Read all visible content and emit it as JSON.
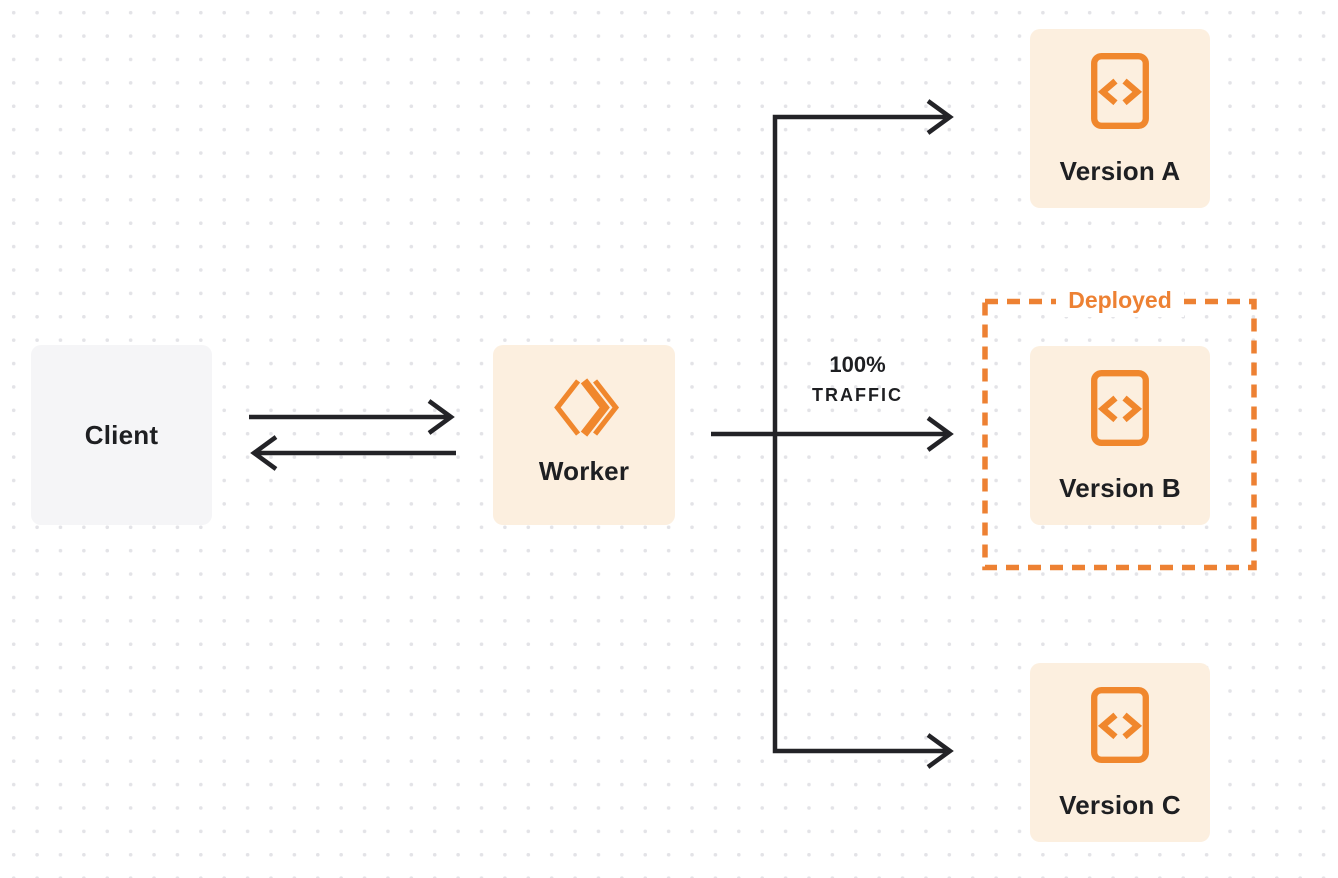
{
  "diagram": {
    "nodes": {
      "client": {
        "label": "Client"
      },
      "worker": {
        "label": "Worker"
      },
      "version_a": {
        "label": "Version A"
      },
      "version_b": {
        "label": "Version B"
      },
      "version_c": {
        "label": "Version C"
      }
    },
    "deployed_group": {
      "label": "Deployed"
    },
    "traffic": {
      "percent": "100%",
      "word": "TRAFFIC"
    },
    "icons": {
      "worker": "workers-logo-icon",
      "version_a": "code-file-icon",
      "version_b": "code-file-icon",
      "version_c": "code-file-icon"
    }
  },
  "colors": {
    "orange": "#ED8133",
    "icon_orange": "#F0872D",
    "line": "#232327",
    "text_dark": "#1E1F22",
    "node_cream": "#FCEFDF",
    "node_gray": "#F5F5F7",
    "dot": "#E3E3E7",
    "canvas_bg": "#FFFFFF"
  }
}
